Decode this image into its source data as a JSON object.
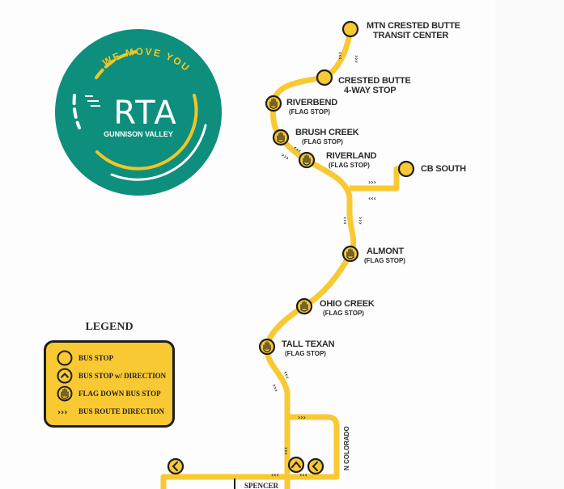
{
  "logo": {
    "tagline": "WE MOVE YOU",
    "name": "RTA",
    "region": "GUNNISON VALLEY",
    "colors": {
      "teal": "#0e8f7e",
      "yellow": "#f3c623",
      "white": "#ffffff"
    }
  },
  "route_color": "#f9c934",
  "stops": [
    {
      "name": "MTN CRESTED BUTTE",
      "line2": "TRANSIT CENTER",
      "type": "bus-stop"
    },
    {
      "name": "CRESTED BUTTE",
      "line2": "4-WAY STOP",
      "type": "bus-stop"
    },
    {
      "name": "RIVERBEND",
      "line2": "(FLAG STOP)",
      "type": "flag-stop"
    },
    {
      "name": "BRUSH CREEK",
      "line2": "(FLAG STOP)",
      "type": "flag-stop"
    },
    {
      "name": "RIVERLAND",
      "line2": "(FLAG STOP)",
      "type": "flag-stop"
    },
    {
      "name": "CB SOUTH",
      "type": "bus-stop"
    },
    {
      "name": "ALMONT",
      "line2": "(FLAG STOP)",
      "type": "flag-stop"
    },
    {
      "name": "OHIO CREEK",
      "line2": "(FLAG STOP)",
      "type": "flag-stop"
    },
    {
      "name": "TALL TEXAN",
      "line2": "(FLAG STOP)",
      "type": "flag-stop"
    }
  ],
  "streets": {
    "n_colorado": "N COLORADO",
    "spencer": "SPENCER"
  },
  "direction_glyphs": {
    "forward": "›››",
    "back": "‹‹‹"
  },
  "legend": {
    "title": "LEGEND",
    "items": [
      {
        "icon": "bus-stop-icon",
        "label": "BUS STOP"
      },
      {
        "icon": "bus-stop-direction-icon",
        "label": "BUS STOP w/ DIRECTION"
      },
      {
        "icon": "flag-down-stop-icon",
        "label": "FLAG DOWN BUS STOP"
      },
      {
        "icon": "route-direction-icon",
        "label": "BUS ROUTE DIRECTION"
      }
    ]
  }
}
